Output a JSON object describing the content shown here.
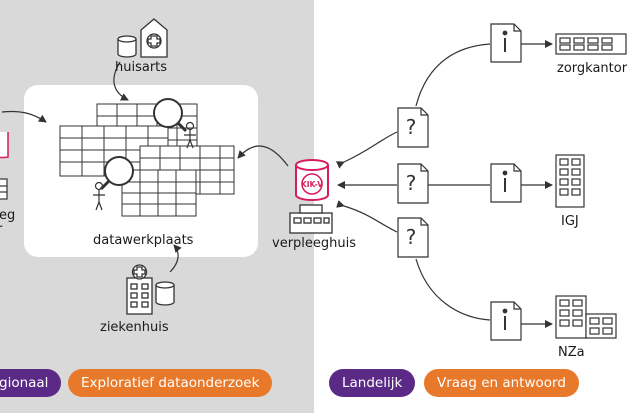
{
  "left": {
    "huisarts": "huisarts",
    "datawerkplaats": "datawerkplaats",
    "ziekenhuis": "ziekenhuis",
    "cut_label_1": "eg",
    "cut_label_2": "r",
    "tag_regional": "gionaal",
    "tag_explore": "Exploratief dataonderzoek"
  },
  "center": {
    "verpleeghuis": "verpleeghuis",
    "kikv_badge": "KIK-V"
  },
  "right": {
    "zorgkantoor": "zorgkantor",
    "igj": "IGJ",
    "nza": "NZa",
    "tag_landelijk": "Landelijk",
    "tag_qa": "Vraag en antwoord"
  },
  "colors": {
    "panel": "#d9d9d9",
    "accent_pink": "#d81b60",
    "purple": "#5b2a86",
    "orange": "#e8792b",
    "line": "#333333"
  }
}
